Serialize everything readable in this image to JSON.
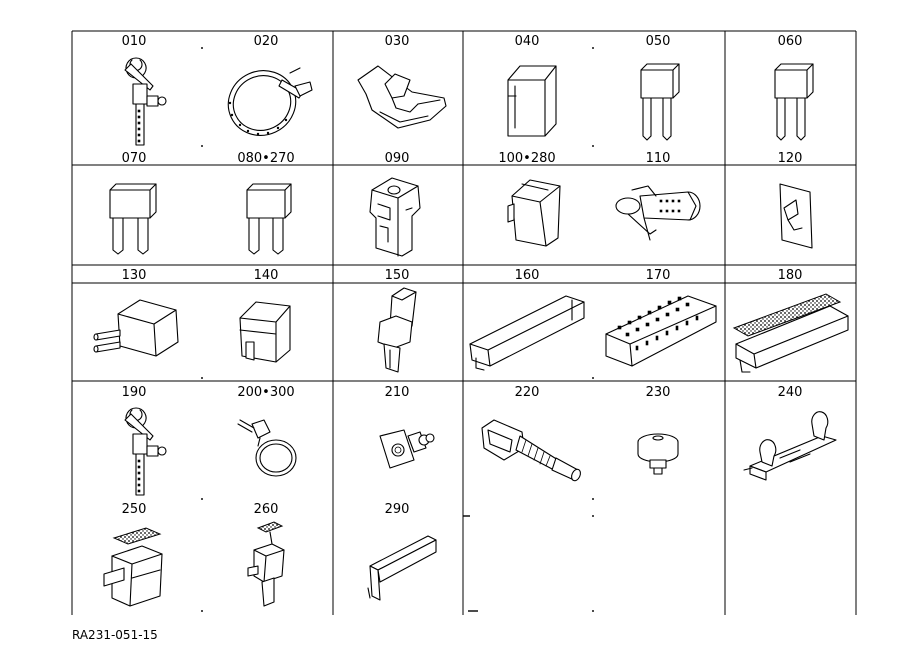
{
  "parts": [
    {
      "code": "010",
      "icon": "cable-tie-mount-icon"
    },
    {
      "code": "020",
      "icon": "hose-clamp-band-icon"
    },
    {
      "code": "030",
      "icon": "wire-clip-icon"
    },
    {
      "code": "040",
      "icon": "connector-cover-icon"
    },
    {
      "code": "050",
      "icon": "mini-fuse-icon"
    },
    {
      "code": "060",
      "icon": "mini-fuse-icon"
    },
    {
      "code": "070",
      "icon": "blade-fuse-icon"
    },
    {
      "code": "080•270",
      "icon": "blade-fuse-icon"
    },
    {
      "code": "090",
      "icon": "fuse-holder-icon"
    },
    {
      "code": "100•280",
      "icon": "connector-cover-icon"
    },
    {
      "code": "110",
      "icon": "harness-clamp-icon"
    },
    {
      "code": "120",
      "icon": "adhesive-clip-plate-icon"
    },
    {
      "code": "130",
      "icon": "terminal-connector-icon"
    },
    {
      "code": "140",
      "icon": "connector-housing-icon"
    },
    {
      "code": "150",
      "icon": "latch-connector-icon"
    },
    {
      "code": "160",
      "icon": "protector-channel-icon"
    },
    {
      "code": "170",
      "icon": "terminal-block-icon"
    },
    {
      "code": "180",
      "icon": "adhesive-channel-icon"
    },
    {
      "code": "190",
      "icon": "cable-tie-mount-icon"
    },
    {
      "code": "200•300",
      "icon": "cable-tie-icon"
    },
    {
      "code": "210",
      "icon": "grommet-mount-icon"
    },
    {
      "code": "220",
      "icon": "boot-connector-icon"
    },
    {
      "code": "230",
      "icon": "plug-cap-icon"
    },
    {
      "code": "240",
      "icon": "clip-bracket-icon"
    },
    {
      "code": "250",
      "icon": "taped-connector-icon"
    },
    {
      "code": "260",
      "icon": "taped-connector-small-icon"
    },
    {
      "code": "290",
      "icon": "angle-bracket-icon"
    }
  ],
  "figure_ref": "RA231-051-15"
}
